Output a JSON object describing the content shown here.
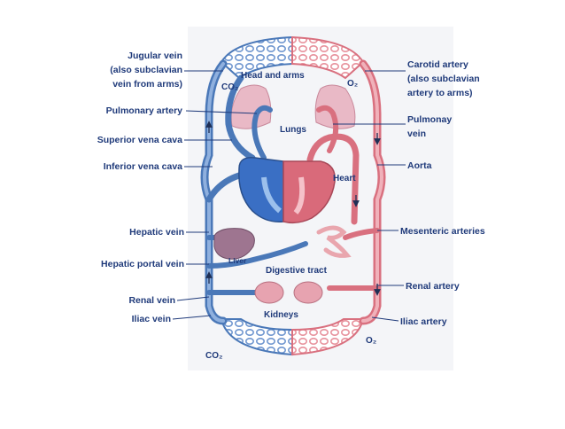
{
  "labels_left": {
    "jugular_1": "Jugular vein",
    "jugular_2": "(also subclavian",
    "jugular_3": "vein from arms)",
    "pulmonary_artery": "Pulmonary artery",
    "superior_vena_cava": "Superior vena cava",
    "inferior_vena_cava": "Inferior vena cava",
    "hepatic_vein": "Hepatic vein",
    "hepatic_portal_vein": "Hepatic portal vein",
    "renal_vein": "Renal vein",
    "iliac_vein": "Iliac vein"
  },
  "labels_right": {
    "carotid_1": "Carotid artery",
    "carotid_2": "(also subclavian",
    "carotid_3": "artery to arms)",
    "pulmonary_vein_1": "Pulmonay",
    "pulmonary_vein_2": "vein",
    "aorta": "Aorta",
    "mesenteric_arteries": "Mesenteric arteries",
    "renal_artery": "Renal artery",
    "iliac_artery": "Iliac artery"
  },
  "labels_inner": {
    "head_and_arms": "Head and arms",
    "co2_top": "CO₂",
    "o2_top": "O₂",
    "lungs": "Lungs",
    "heart": "Heart",
    "liver": "Liver",
    "digestive_tract": "Digestive tract",
    "kidneys": "Kidneys",
    "co2_bottom": "CO₂",
    "o2_bottom": "O₂"
  },
  "colors": {
    "vein": "#4a78b8",
    "vein_light": "#8fb0de",
    "artery": "#d9707f",
    "artery_light": "#f0b1ba",
    "label": "#1f3a7a"
  }
}
